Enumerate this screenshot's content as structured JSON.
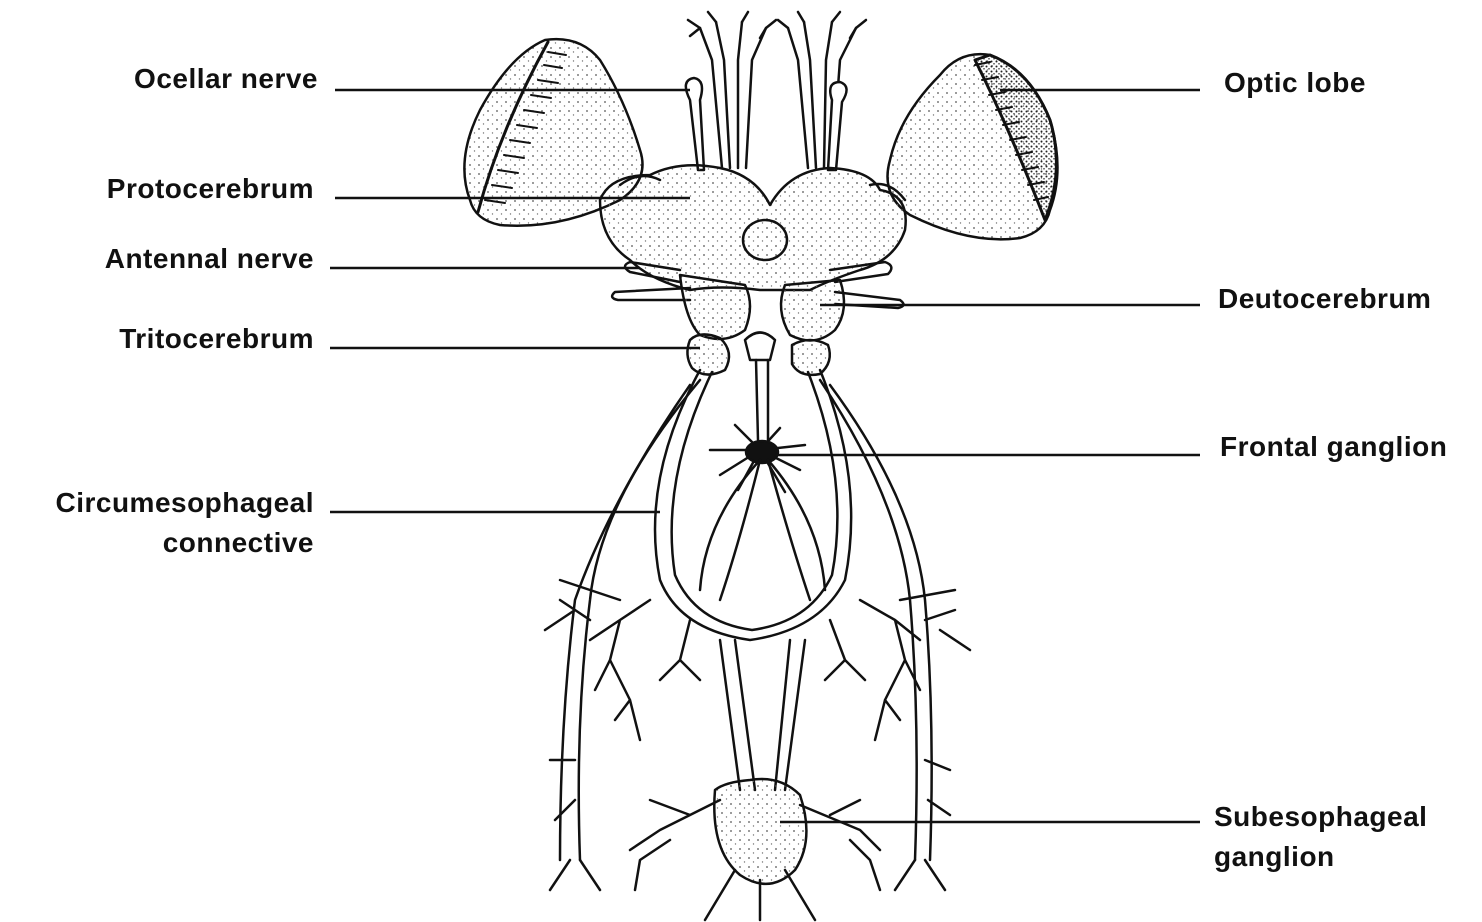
{
  "labels": {
    "ocellar_nerve": "Ocellar nerve",
    "protocerebrum": "Protocerebrum",
    "antennal_nerve": "Antennal nerve",
    "tritocerebrum": "Tritocerebrum",
    "circumesophageal_line1": "Circumesophageal",
    "circumesophageal_line2": "connective",
    "optic_lobe": "Optic lobe",
    "deutocerebrum": "Deutocerebrum",
    "frontal_ganglion": "Frontal ganglion",
    "subesophageal_line1": "Subesophageal",
    "subesophageal_line2": "ganglion"
  },
  "colors": {
    "ink": "#111111",
    "stipple": "#444444",
    "background": "#ffffff"
  }
}
